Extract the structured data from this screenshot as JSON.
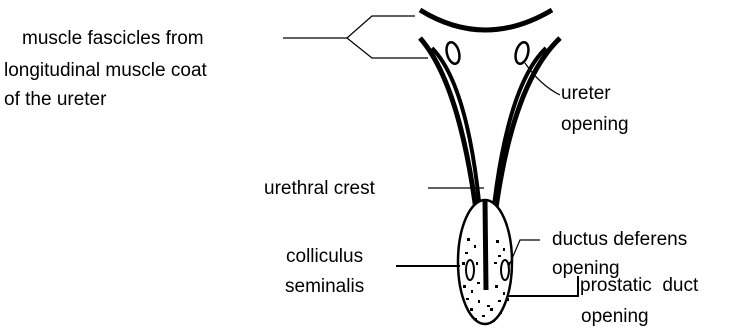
{
  "labels": {
    "fascicles": [
      "muscle fascicles from",
      "longitudinal muscle coat",
      "of the ureter"
    ],
    "ureter_opening": [
      "ureter",
      "opening"
    ],
    "urethral_crest": "urethral crest",
    "ductus_deferens": [
      "ductus deferens",
      "opening"
    ],
    "colliculus": [
      "colliculus",
      "seminalis"
    ],
    "prostatic_duct": [
      "prostatic  duct",
      "opening"
    ]
  },
  "colors": {
    "ink": "#000000",
    "background": "#ffffff"
  }
}
